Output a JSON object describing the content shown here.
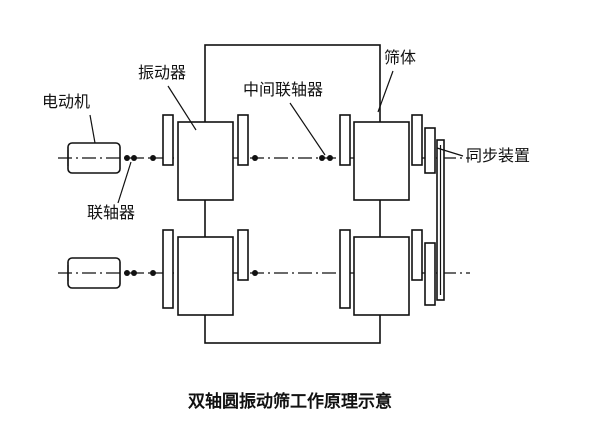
{
  "labels": {
    "vibrator": "振动器",
    "screen_body": "筛体",
    "motor": "电动机",
    "middle_coupling": "中间联轴器",
    "sync_device": "同步装置",
    "coupling": "联轴器"
  },
  "caption": "双轴圆振动筛工作原理示意"
}
